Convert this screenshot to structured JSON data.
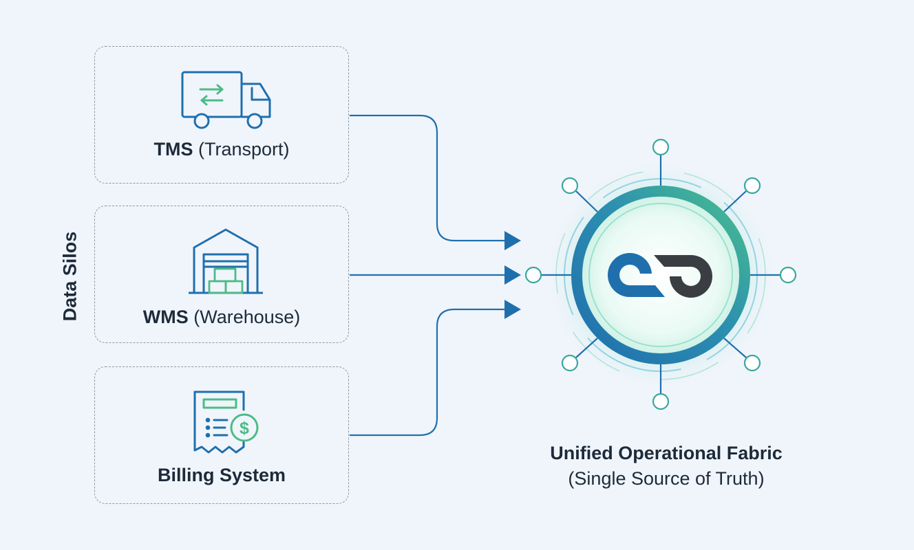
{
  "side_label": "Data Silos",
  "silos": [
    {
      "abbr": "TMS",
      "desc": "(Transport)",
      "icon": "truck-icon"
    },
    {
      "abbr": "WMS",
      "desc": "(Warehouse)",
      "icon": "warehouse-icon"
    },
    {
      "name": "Billing System",
      "icon": "invoice-dollar-icon"
    }
  ],
  "hub": {
    "title": "Unified Operational Fabric",
    "subtitle": "(Single Source of Truth)",
    "icon": "link-logo-icon"
  },
  "colors": {
    "background": "#f0f5fb",
    "primary_blue": "#1f6fad",
    "accent_green": "#4dbb87",
    "hub_teal": "#3aa6a0",
    "logo_dark": "#3a3d42",
    "text": "#1d2a39",
    "dashed_border": "#8e97a2"
  }
}
